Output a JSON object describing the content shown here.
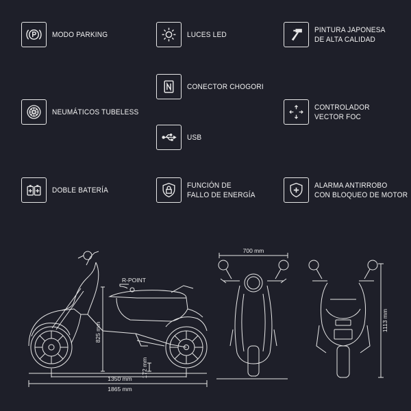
{
  "features": [
    {
      "id": "parking",
      "icon": "parking-icon",
      "lines": [
        "MODO PARKING"
      ]
    },
    {
      "id": "led",
      "icon": "sun-icon",
      "lines": [
        "LUCES LED"
      ]
    },
    {
      "id": "paint",
      "icon": "paint-gun-icon",
      "lines": [
        "PINTURA JAPONESA",
        "DE ALTA CALIDAD"
      ]
    },
    {
      "id": "chogori",
      "icon": "connector-icon",
      "lines": [
        "CONECTOR CHOGORI"
      ]
    },
    {
      "id": "tubeless",
      "icon": "tire-icon",
      "lines": [
        "NEUMÁTICOS TUBELESS"
      ]
    },
    {
      "id": "foc",
      "icon": "arrows-icon",
      "lines": [
        "CONTROLADOR",
        "VECTOR FOC"
      ]
    },
    {
      "id": "usb",
      "icon": "usb-icon",
      "lines": [
        "USB"
      ]
    },
    {
      "id": "battery",
      "icon": "battery-icon",
      "lines": [
        "DOBLE BATERÍA"
      ]
    },
    {
      "id": "power",
      "icon": "lock-shield-icon",
      "lines": [
        "FUNCIÓN DE",
        "FALLO DE ENERGÍA"
      ]
    },
    {
      "id": "alarm",
      "icon": "shield-plus-icon",
      "lines": [
        "ALARMA ANTIRROBO",
        "CON BLOQUEO DE MOTOR"
      ]
    }
  ],
  "dimensions": {
    "r_point": "R-POINT",
    "seat_height": "825 mm",
    "clearance": "172 mm",
    "wheelbase": "1350 mm",
    "length": "1865 mm",
    "width": "700 mm",
    "height": "1113 mm"
  },
  "colors": {
    "background": "#1e1f29",
    "line": "#e8e8e8"
  }
}
